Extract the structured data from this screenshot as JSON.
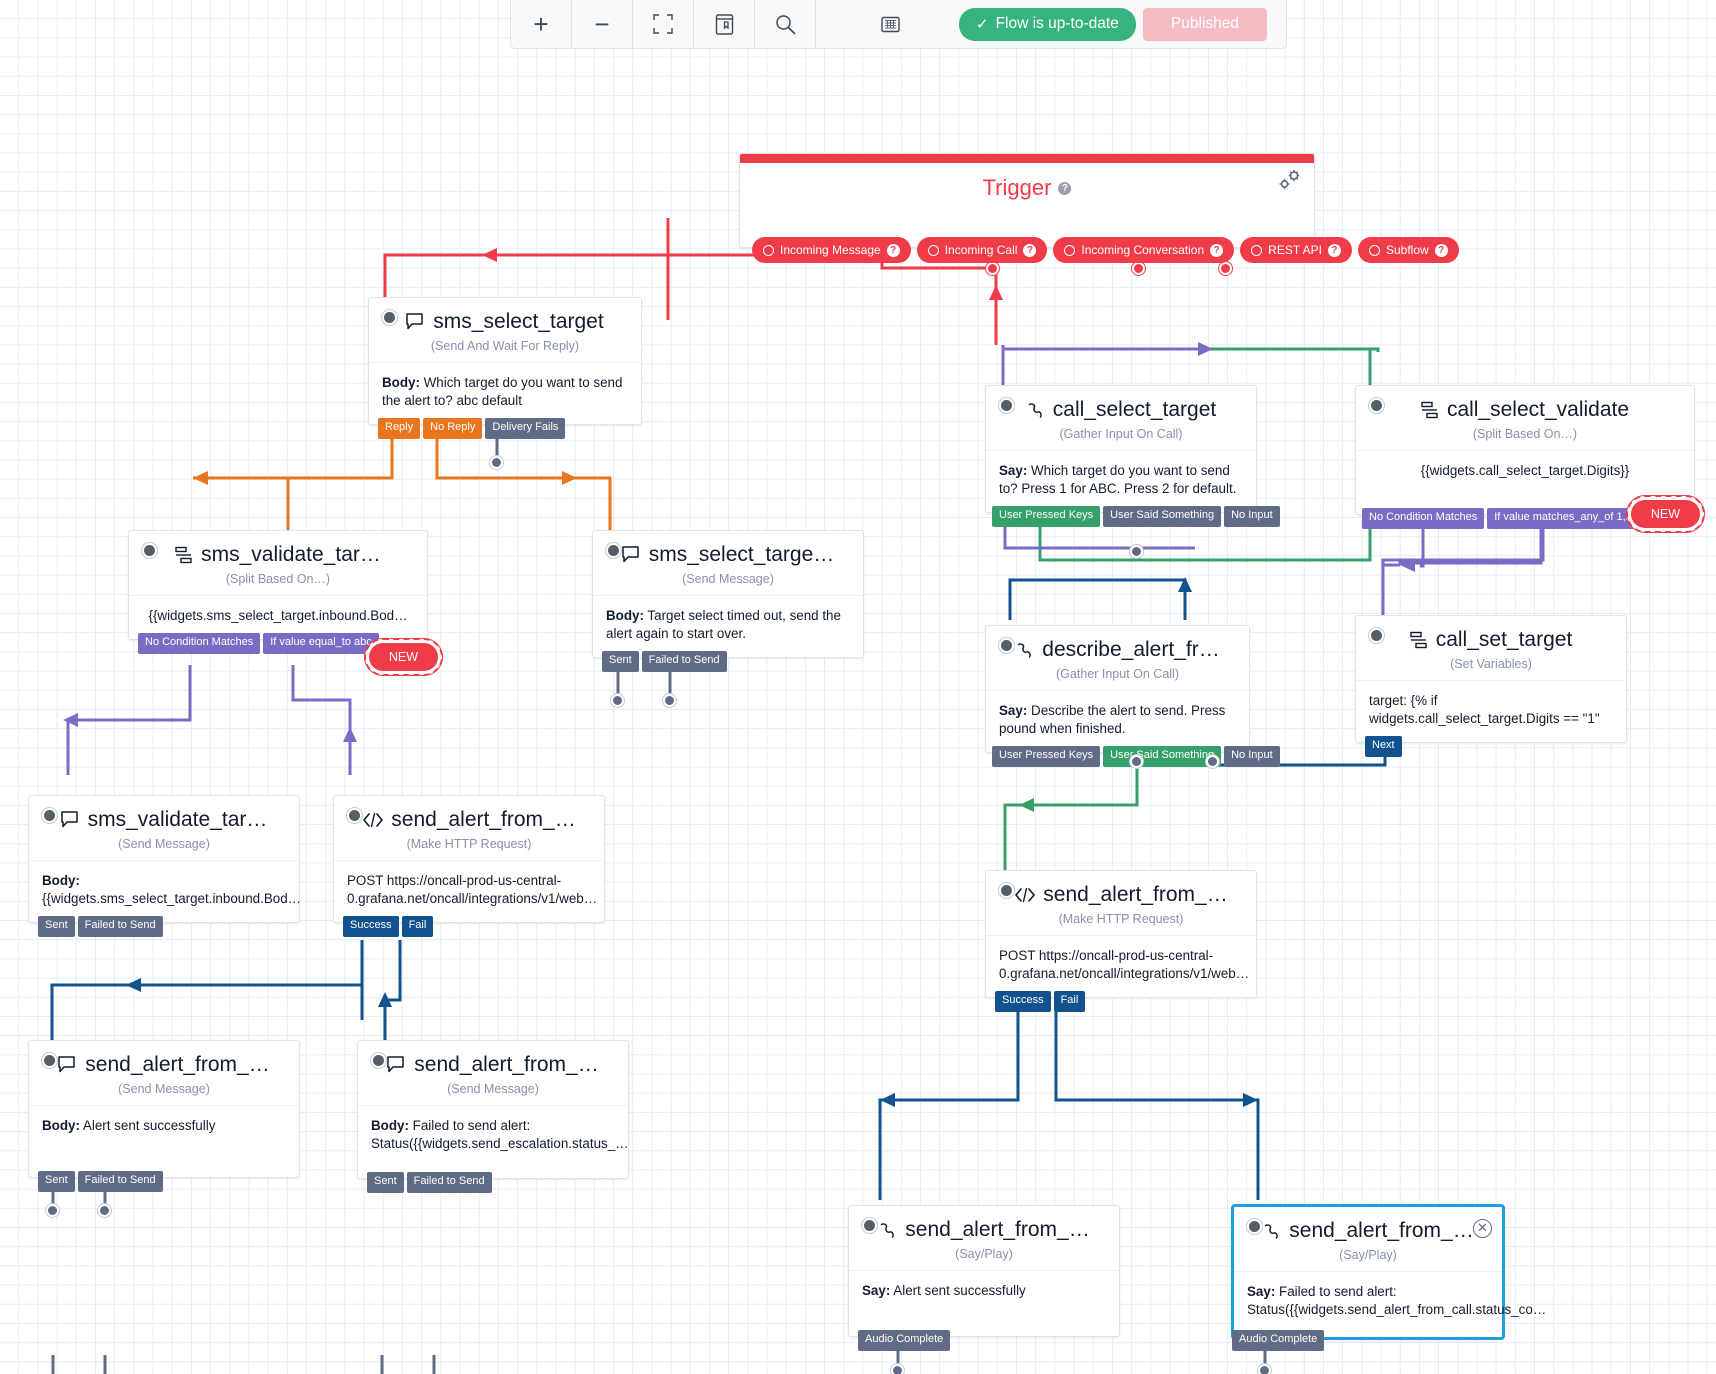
{
  "toolbar": {
    "zoom_in_label": "+",
    "zoom_out_label": "−",
    "fit_icon": "fit-screen-icon",
    "library_icon": "widget-library-icon",
    "search_icon": "search-icon",
    "grid_icon": "grid-icon",
    "status_label": "Flow is up-to-date",
    "status_check": "✓",
    "status_color": "#36b37e",
    "publish_label": "Published",
    "publish_color": "#f5bcc3"
  },
  "trigger": {
    "title": "Trigger",
    "accent_color": "#ef3c48",
    "help_icon": "help-icon",
    "settings_icon": "gear-icon",
    "outputs": [
      {
        "label": "Incoming Message"
      },
      {
        "label": "Incoming Call"
      },
      {
        "label": "Incoming Conversation"
      },
      {
        "label": "REST API"
      },
      {
        "label": "Subflow"
      }
    ]
  },
  "nodes": [
    {
      "id": "sms_select_target",
      "title": "sms_select_target",
      "icon": "message-icon",
      "subtitle": "(Send And Wait For Reply)",
      "body_label": "Body:",
      "body_text": "Which target do you want to send the alert to? abc default",
      "pills": [
        {
          "label": "Reply",
          "color": "orange"
        },
        {
          "label": "No Reply",
          "color": "orange"
        },
        {
          "label": "Delivery Fails",
          "color": "grey"
        }
      ]
    },
    {
      "id": "sms_validate_target_split",
      "title": "sms_validate_tar…",
      "icon": "split-icon",
      "subtitle": "(Split Based On…)",
      "body_label": "",
      "body_text": "{{widgets.sms_select_target.inbound.Bod…",
      "pills": [
        {
          "label": "No Condition Matches",
          "color": "purple"
        },
        {
          "label": "If value equal_to abc",
          "color": "purple"
        }
      ],
      "new_badge": "NEW"
    },
    {
      "id": "sms_select_target_timeout",
      "title": "sms_select_targe…",
      "icon": "message-icon",
      "subtitle": "(Send Message)",
      "body_label": "Body:",
      "body_text": "Target select timed out, send the alert again to start over.",
      "pills": [
        {
          "label": "Sent",
          "color": "grey"
        },
        {
          "label": "Failed to Send",
          "color": "grey"
        }
      ]
    },
    {
      "id": "sms_validate_target_msg",
      "title": "sms_validate_tar…",
      "icon": "message-icon",
      "subtitle": "(Send Message)",
      "body_label": "Body:",
      "body_text": "{{widgets.sms_select_target.inbound.Bod…",
      "pills": [
        {
          "label": "Sent",
          "color": "grey"
        },
        {
          "label": "Failed to Send",
          "color": "grey"
        }
      ]
    },
    {
      "id": "send_alert_from_sms_http",
      "title": "send_alert_from_…",
      "icon": "code-icon",
      "subtitle": "(Make HTTP Request)",
      "body_label": "",
      "body_text": "POST https://oncall-prod-us-central-0.grafana.net/oncall/integrations/v1/web…",
      "pills": [
        {
          "label": "Success",
          "color": "blue"
        },
        {
          "label": "Fail",
          "color": "blue"
        }
      ]
    },
    {
      "id": "send_alert_from_sms_ok",
      "title": "send_alert_from_…",
      "icon": "message-icon",
      "subtitle": "(Send Message)",
      "body_label": "Body:",
      "body_text": "Alert sent successfully",
      "pills": [
        {
          "label": "Sent",
          "color": "grey"
        },
        {
          "label": "Failed to Send",
          "color": "grey"
        }
      ]
    },
    {
      "id": "send_alert_from_sms_fail",
      "title": "send_alert_from_…",
      "icon": "message-icon",
      "subtitle": "(Send Message)",
      "body_label": "Body:",
      "body_text": "Failed to send alert: Status({{widgets.send_escalation.status_…",
      "pills": [
        {
          "label": "Sent",
          "color": "grey"
        },
        {
          "label": "Failed to Send",
          "color": "grey"
        }
      ]
    },
    {
      "id": "call_select_target",
      "title": "call_select_target",
      "icon": "phone-icon",
      "subtitle": "(Gather Input On Call)",
      "body_label": "Say:",
      "body_text": "Which target do you want to send to? Press 1 for ABC. Press 2 for default.",
      "pills": [
        {
          "label": "User Pressed Keys",
          "color": "green"
        },
        {
          "label": "User Said Something",
          "color": "grey"
        },
        {
          "label": "No Input",
          "color": "grey"
        }
      ]
    },
    {
      "id": "call_select_validate",
      "title": "call_select_validate",
      "icon": "split-icon",
      "subtitle": "(Split Based On…)",
      "body_label": "",
      "body_text": "{{widgets.call_select_target.Digits}}",
      "pills": [
        {
          "label": "No Condition Matches",
          "color": "purple"
        },
        {
          "label": "If value matches_any_of 1,2",
          "color": "purple"
        }
      ],
      "new_badge": "NEW"
    },
    {
      "id": "describe_alert_from_call",
      "title": "describe_alert_fr…",
      "icon": "phone-icon",
      "subtitle": "(Gather Input On Call)",
      "body_label": "Say:",
      "body_text": "Describe the alert to send. Press pound when finished.",
      "pills": [
        {
          "label": "User Pressed Keys",
          "color": "grey"
        },
        {
          "label": "User Said Something",
          "color": "green"
        },
        {
          "label": "No Input",
          "color": "grey"
        }
      ]
    },
    {
      "id": "call_set_target",
      "title": "call_set_target",
      "icon": "split-icon",
      "subtitle": "(Set Variables)",
      "body_label": "",
      "body_text": "target: {% if widgets.call_select_target.Digits == \"1\"",
      "pills": [
        {
          "label": "Next",
          "color": "blue"
        }
      ]
    },
    {
      "id": "send_alert_from_call_http",
      "title": "send_alert_from_…",
      "icon": "code-icon",
      "subtitle": "(Make HTTP Request)",
      "body_label": "",
      "body_text": "POST https://oncall-prod-us-central-0.grafana.net/oncall/integrations/v1/web…",
      "pills": [
        {
          "label": "Success",
          "color": "blue"
        },
        {
          "label": "Fail",
          "color": "blue"
        }
      ]
    },
    {
      "id": "send_alert_from_call_ok",
      "title": "send_alert_from_…",
      "icon": "phone-icon",
      "subtitle": "(Say/Play)",
      "body_label": "Say:",
      "body_text": "Alert sent successfully",
      "pills": [
        {
          "label": "Audio Complete",
          "color": "grey"
        }
      ]
    },
    {
      "id": "send_alert_from_call_fail",
      "title": "send_alert_from_…",
      "icon": "phone-icon",
      "subtitle": "(Say/Play)",
      "body_label": "Say:",
      "body_text": "Failed to send alert: Status({{widgets.send_alert_from_call.status_co…",
      "pills": [
        {
          "label": "Audio Complete",
          "color": "grey"
        }
      ],
      "selected": true,
      "close_icon": "close-icon"
    }
  ]
}
